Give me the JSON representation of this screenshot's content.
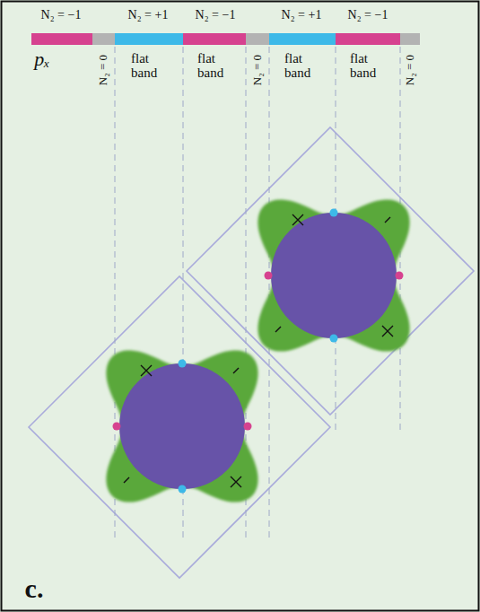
{
  "diagram": {
    "labels": [
      "N₂ = −1",
      "N₂ = +1",
      "N₂ = −1",
      "N₂ = +1",
      "N₂ = −1",
      "pₓ",
      "N₂ = 0",
      "flat band",
      "flat band",
      "N₂ = 0",
      "flat band",
      "flat band",
      "N₂ = 0",
      "c."
    ]
  }
}
